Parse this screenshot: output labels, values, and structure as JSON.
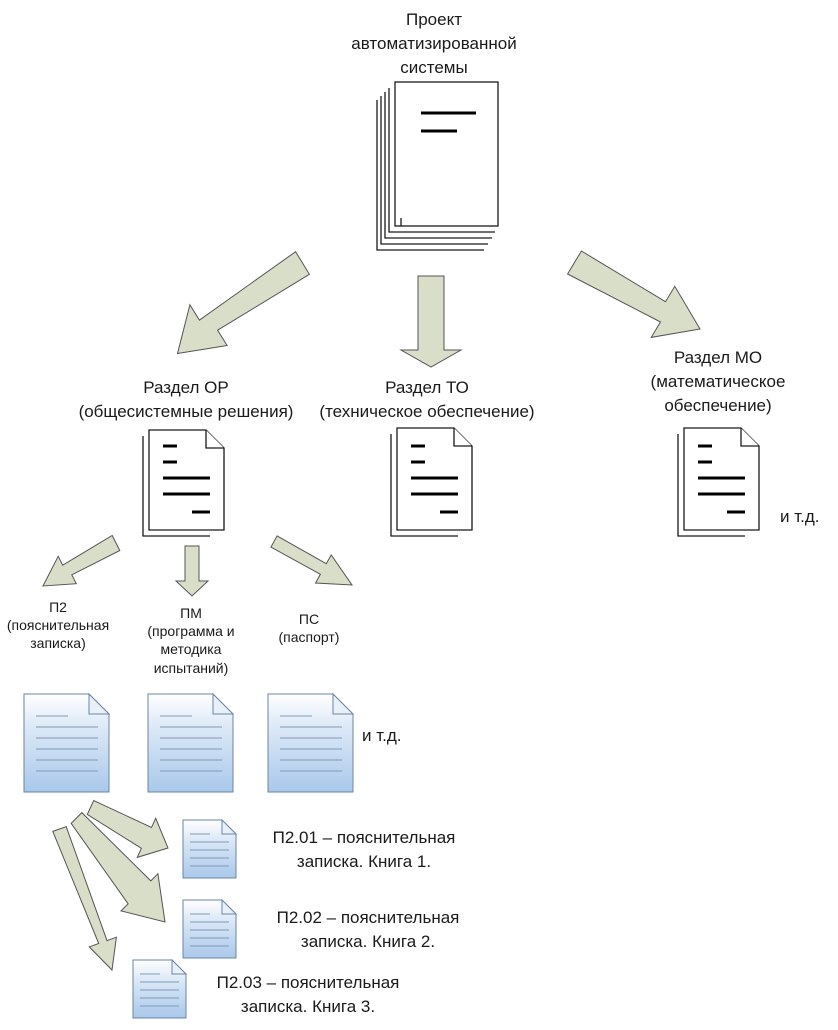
{
  "diagram": {
    "root": {
      "lines": [
        "Проект",
        "автоматизированной",
        "системы"
      ]
    },
    "sections": [
      {
        "id": "or",
        "lines": [
          "Раздел ОР",
          "(общесистемные решения)"
        ]
      },
      {
        "id": "to",
        "lines": [
          "Раздел ТО",
          "(техническое обеспечение)"
        ]
      },
      {
        "id": "mo",
        "lines": [
          "Раздел МО",
          "(математическое",
          "обеспечение)"
        ]
      }
    ],
    "sections_etc": "и т.д.",
    "subdocs": [
      {
        "id": "p2",
        "lines": [
          "П2",
          "(пояснительная",
          "записка)"
        ]
      },
      {
        "id": "pm",
        "lines": [
          "ПМ",
          "(программа и",
          "методика",
          "испытаний)"
        ]
      },
      {
        "id": "ps",
        "lines": [
          "ПС",
          "(паспорт)"
        ]
      }
    ],
    "subdocs_etc": "и т.д.",
    "books": [
      {
        "id": "b1",
        "lines": [
          "П2.01 – пояснительная",
          "записка. Книга 1."
        ]
      },
      {
        "id": "b2",
        "lines": [
          "П2.02 – пояснительная",
          "записка. Книга 2."
        ]
      },
      {
        "id": "b3",
        "lines": [
          "П2.03 – пояснительная",
          "записка. Книга 3."
        ]
      }
    ]
  },
  "colors": {
    "arrow_fill": "#d9dec8",
    "arrow_stroke": "#555555",
    "doc_blue_top": "#ffffff",
    "doc_blue_bottom": "#a9c8ea",
    "doc_blue_stroke": "#6b86a6"
  },
  "icons": {
    "root_document": "stacked-document-icon",
    "section_document": "text-document-icon",
    "subdoc_document": "blue-document-icon",
    "book_document": "blue-document-icon",
    "arrow": "block-arrow-icon"
  }
}
